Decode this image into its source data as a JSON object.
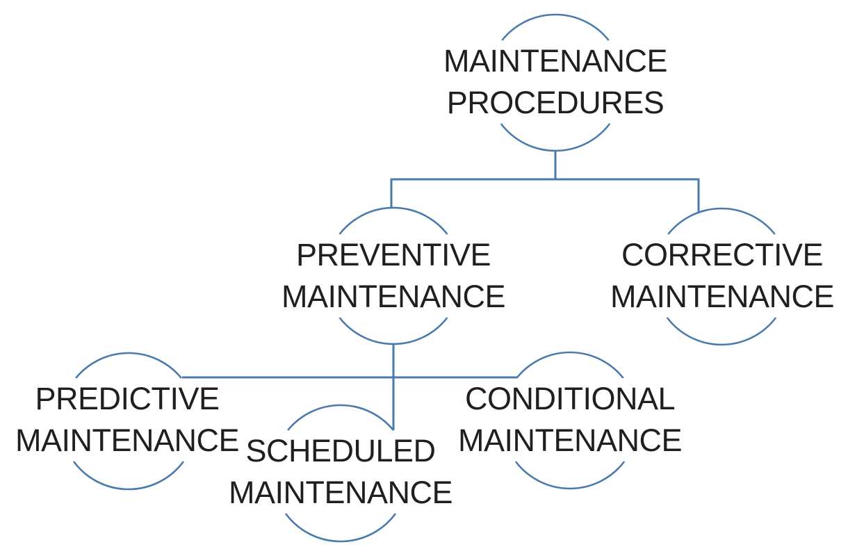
{
  "colors": {
    "accent_line": "#497aae",
    "text": "#1f1f1f",
    "background": "#ffffff"
  },
  "diagram": {
    "type": "org-chart-hierarchy",
    "title": "Maintenance Procedures hierarchy",
    "nodes": [
      {
        "id": "maintenance-procedures",
        "lines": [
          "MAINTENANCE",
          "PROCEDURES"
        ],
        "parent": null
      },
      {
        "id": "preventive-maintenance",
        "lines": [
          "PREVENTIVE",
          "MAINTENANCE"
        ],
        "parent": "maintenance-procedures"
      },
      {
        "id": "corrective-maintenance",
        "lines": [
          "CORRECTIVE",
          "MAINTENANCE"
        ],
        "parent": "maintenance-procedures"
      },
      {
        "id": "predictive-maintenance",
        "lines": [
          "PREDICTIVE",
          "MAINTENANCE"
        ],
        "parent": "preventive-maintenance"
      },
      {
        "id": "scheduled-maintenance",
        "lines": [
          "SCHEDULED",
          "MAINTENANCE"
        ],
        "parent": "preventive-maintenance"
      },
      {
        "id": "conditional-maintenance",
        "lines": [
          "CONDITIONAL",
          "MAINTENANCE"
        ],
        "parent": "preventive-maintenance"
      }
    ],
    "edges": [
      [
        "maintenance-procedures",
        "preventive-maintenance"
      ],
      [
        "maintenance-procedures",
        "corrective-maintenance"
      ],
      [
        "preventive-maintenance",
        "predictive-maintenance"
      ],
      [
        "preventive-maintenance",
        "scheduled-maintenance"
      ],
      [
        "preventive-maintenance",
        "conditional-maintenance"
      ]
    ]
  }
}
